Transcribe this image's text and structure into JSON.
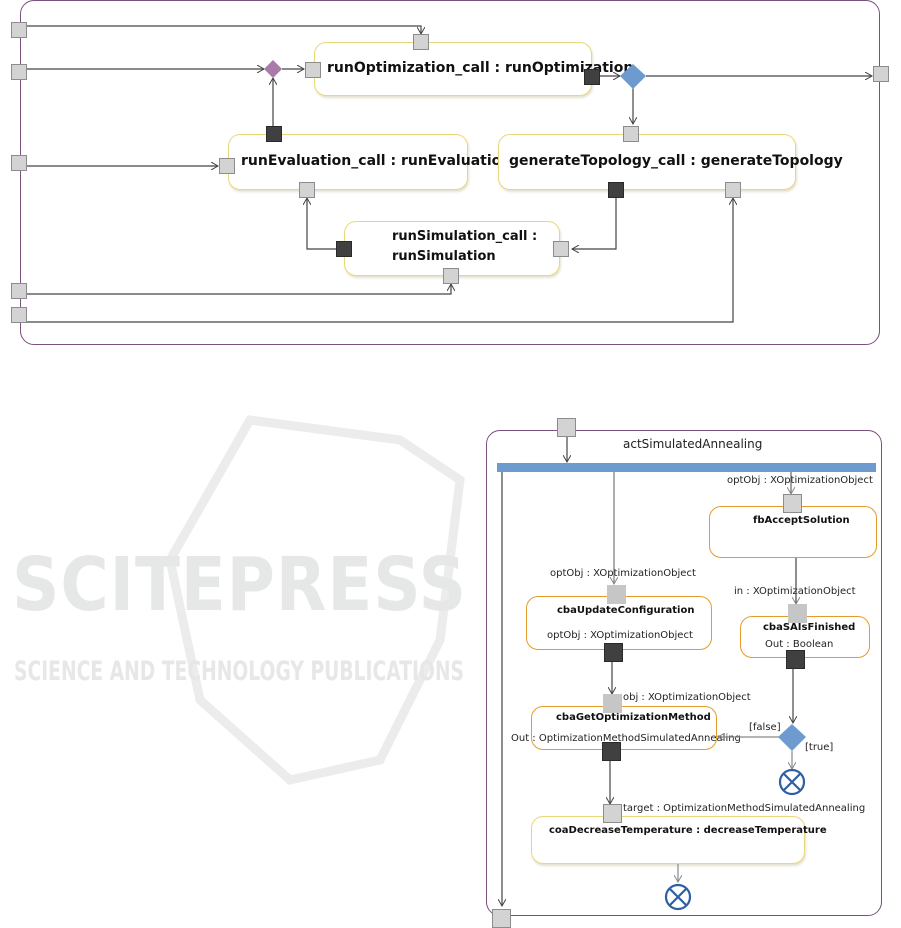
{
  "watermark": {
    "main": "SCITEPRESS",
    "sub": "SCIENCE AND TECHNOLOGY PUBLICATIONS"
  },
  "top_diagram": {
    "actions": {
      "run_optimization": "runOptimization_call : runOptimization",
      "run_evaluation": "runEvaluation_call : runEvaluation",
      "generate_topology": "generateTopology_call : generateTopology",
      "run_simulation_line1": "runSimulation_call :",
      "run_simulation_line2": "runSimulation"
    },
    "colors": {
      "frame": "#7b4f7e",
      "merge_node": "#a97ba9",
      "decision_node": "#6d9bcf",
      "action_border": "#e8d87a",
      "input_pin": "#d3d3d3",
      "output_pin": "#404040"
    }
  },
  "bottom_diagram": {
    "title": "actSimulatedAnnealing",
    "actions": {
      "accept_solution": "fbAcceptSolution",
      "update_configuration": "cbaUpdateConfiguration",
      "is_finished": "cbaSAIsFinished",
      "get_optimization_method": "cbaGetOptimizationMethod",
      "decrease_temperature": "coaDecreaseTemperature : decreaseTemperature"
    },
    "pins": {
      "accept_in": "optObj : XOptimizationObject",
      "update_in": "optObj : XOptimizationObject",
      "update_out": "optObj : XOptimizationObject",
      "finished_in": "in : XOptimizationObject",
      "finished_out": "Out : Boolean",
      "method_in": "obj : XOptimizationObject",
      "method_out": "Out : OptimizationMethodSimulatedAnnealing",
      "decrease_in": "target : OptimizationMethodSimulatedAnnealing"
    },
    "guards": {
      "false": "[false]",
      "true": "[true]"
    },
    "colors": {
      "fork_bar": "#6d9bcf",
      "final_node": "#2f5fa3",
      "call_behavior_border": "#e49b2c",
      "call_operation_border": "#e8d87a"
    }
  }
}
